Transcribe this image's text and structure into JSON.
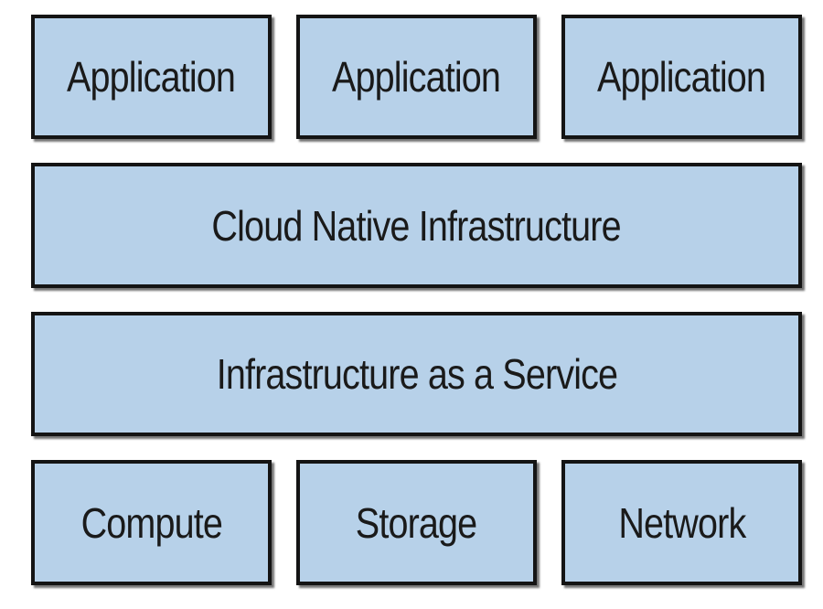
{
  "diagram": {
    "applications": [
      {
        "label": "Application"
      },
      {
        "label": "Application"
      },
      {
        "label": "Application"
      }
    ],
    "cloud_native_layer": {
      "label": "Cloud Native Infrastructure"
    },
    "iaas_layer": {
      "label": "Infrastructure as a Service"
    },
    "resources": [
      {
        "label": "Compute"
      },
      {
        "label": "Storage"
      },
      {
        "label": "Network"
      }
    ],
    "colors": {
      "box_fill": "#b7d1e9",
      "box_border": "#141414",
      "text": "#1a1a1a",
      "background": "#ffffff"
    }
  }
}
